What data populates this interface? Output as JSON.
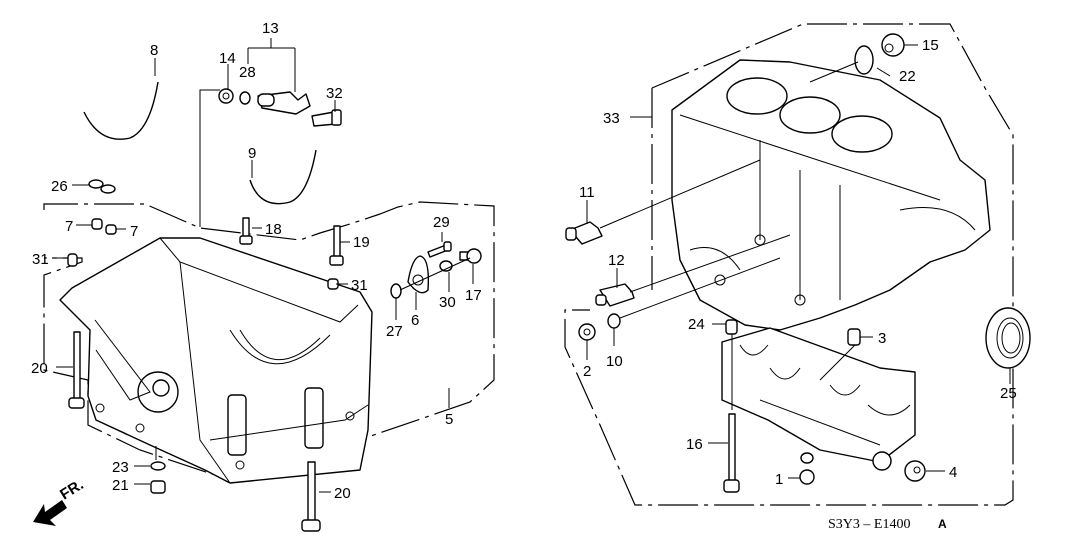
{
  "diagram": {
    "type": "exploded-parts-diagram",
    "subject": "engine cylinder block and oil pan / lower block",
    "code": "S3Y3 – E1400",
    "code_suffix": "A",
    "direction_label": "FR.",
    "callouts": {
      "c1": "1",
      "c2": "2",
      "c3": "3",
      "c4": "4",
      "c5": "5",
      "c6": "6",
      "c7a": "7",
      "c7b": "7",
      "c8": "8",
      "c9": "9",
      "c10": "10",
      "c11": "11",
      "c12": "12",
      "c13": "13",
      "c14": "14",
      "c15": "15",
      "c16": "16",
      "c17": "17",
      "c18": "18",
      "c19": "19",
      "c20a": "20",
      "c20b": "20",
      "c21": "21",
      "c22": "22",
      "c23": "23",
      "c24": "24",
      "c25": "25",
      "c26": "26",
      "c27": "27",
      "c28": "28",
      "c29": "29",
      "c30": "30",
      "c31a": "31",
      "c31b": "31",
      "c32": "32",
      "c33": "33"
    }
  }
}
